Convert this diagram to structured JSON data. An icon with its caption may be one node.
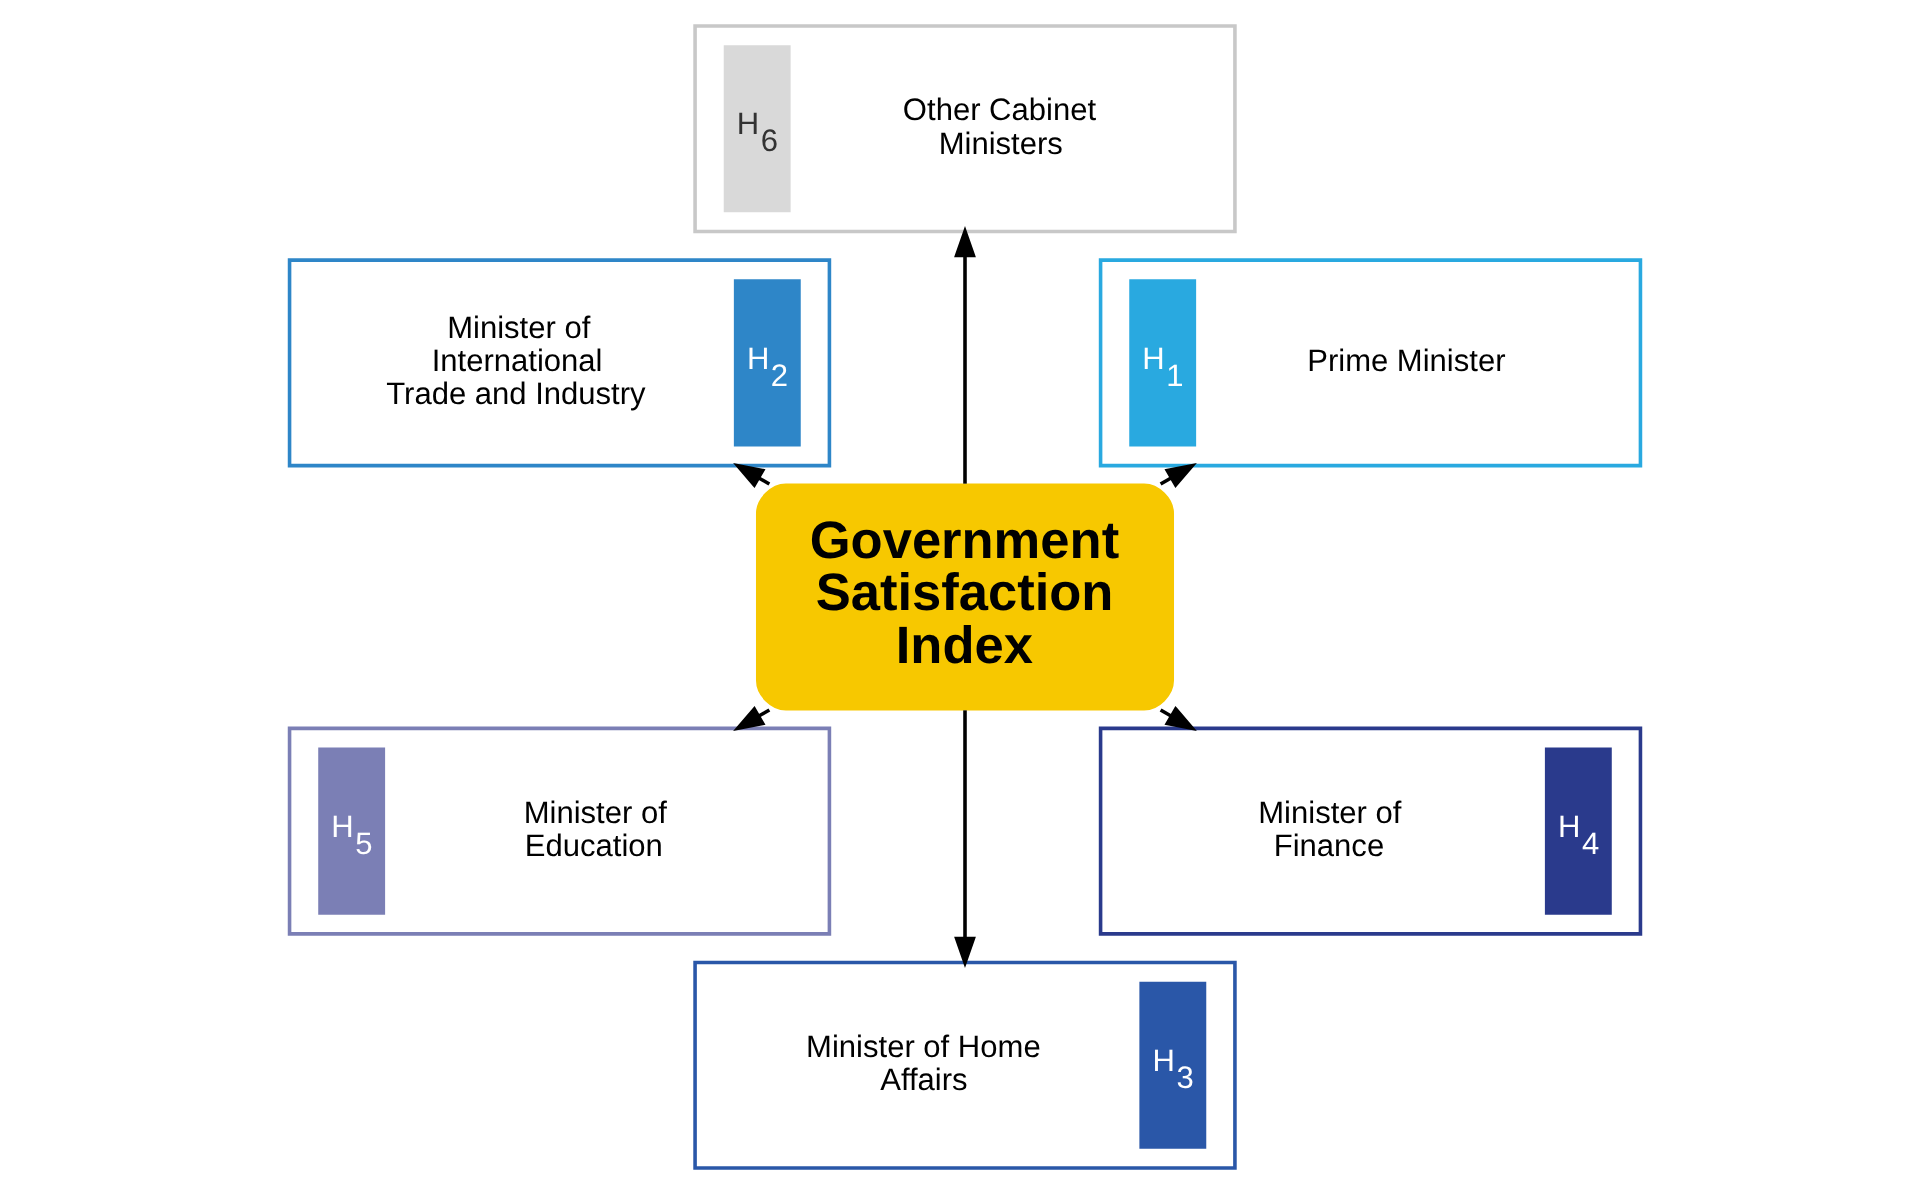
{
  "diagram": {
    "nodes": [
      {
        "text": [
          "H$_{1}$",
          "Prime Minister"
        ]
      },
      {
        "text": [
          "H$_{6}$",
          "Other Cabinet Ministers"
        ]
      },
      {
        "text": [
          "Minister of International Trade and Industry",
          "H$_{2}$"
        ]
      },
      {
        "text": [
          "Government Satisfaction Index"
        ]
      },
      {
        "text": [
          "H$_{5}$",
          "Minister of Education"
        ]
      },
      {
        "text": [
          "Minister of Home Affairs",
          "H$_{3}$"
        ]
      },
      {
        "text": [
          "Minister of Finance",
          "H$_{4}$"
        ]
      }
    ],
    "edges": [
      {
        "from": 3,
        "to": 0,
        "arrow": "to"
      },
      {
        "from": 3,
        "to": 2,
        "arrow": "to"
      },
      {
        "from": 3,
        "to": 5,
        "arrow": "to"
      },
      {
        "from": 3,
        "to": 6,
        "arrow": "to"
      },
      {
        "from": 3,
        "to": 4,
        "arrow": "to"
      },
      {
        "from": 3,
        "to": 1,
        "arrow": "to"
      }
    ]
  }
}
